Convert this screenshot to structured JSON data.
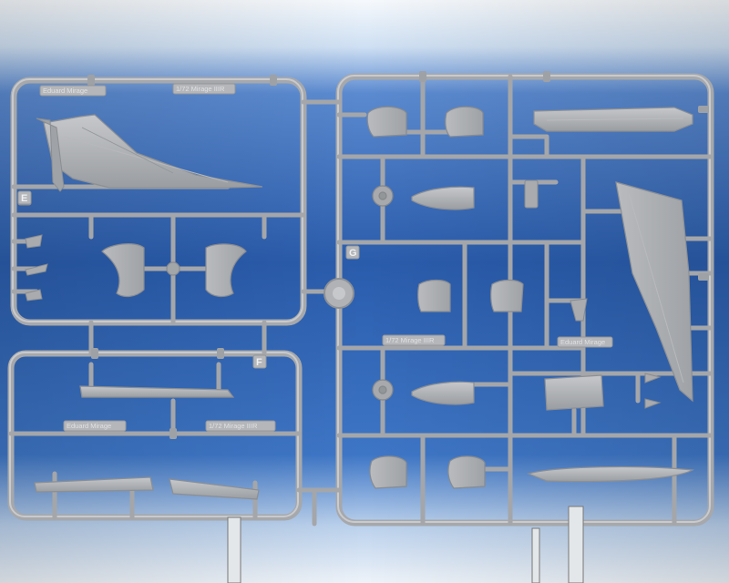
{
  "image": {
    "description_free": true,
    "colors": {
      "backdrop_top": "#f4f8fc",
      "backdrop_mid": "#3f74c4",
      "backdrop_deep": "#1f4f9c",
      "backdrop_bottom": "#e9f0f8",
      "plastic": "#a9abae",
      "plastic_dark": "#8d9094",
      "plastic_light": "#c3c5c8"
    }
  },
  "sprue_labels": {
    "left_top_a": "Eduard Mirage",
    "left_top_b": "1/72 Mirage IIIR",
    "left_letter": "E",
    "left_lower_letter": "F",
    "left_lower_a": "Eduard Mirage",
    "left_lower_b": "1/72 Mirage IIIR",
    "right_letter": "G",
    "right_mid_a": "1/72 Mirage IIIR",
    "right_mid_b": "Eduard Mirage"
  }
}
